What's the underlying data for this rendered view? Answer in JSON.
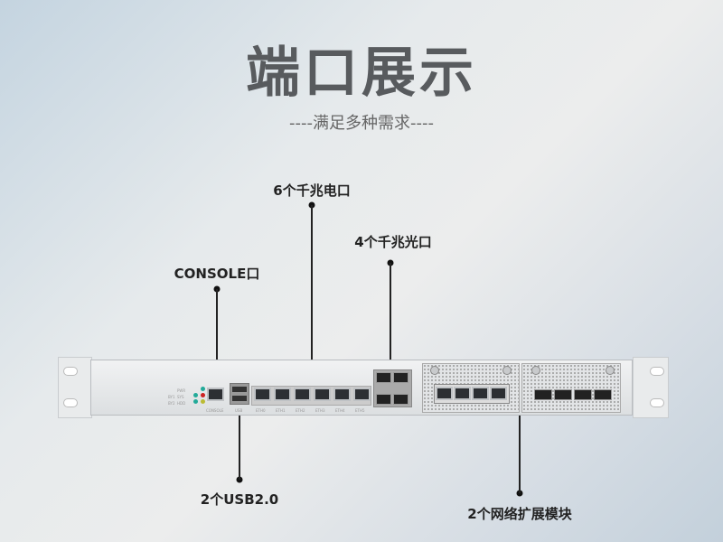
{
  "title": "端口展示",
  "subtitle": "----满足多种需求----",
  "callouts": {
    "rj45": "6个千兆电口",
    "sfp": "4个千兆光口",
    "console": "CONSOLE口",
    "usb": "2个USB2.0",
    "expansion": "2个网络扩展模块"
  },
  "panel_labels": {
    "console": "CONSOLE",
    "usb": "USB",
    "pwr": "PWR",
    "sys": "SYS",
    "hdd": "HDD",
    "byp1": "BY1",
    "byp2": "BY2",
    "eth": [
      "ETH0",
      "ETH1",
      "ETH2",
      "ETH3",
      "ETH4",
      "ETH5"
    ]
  }
}
